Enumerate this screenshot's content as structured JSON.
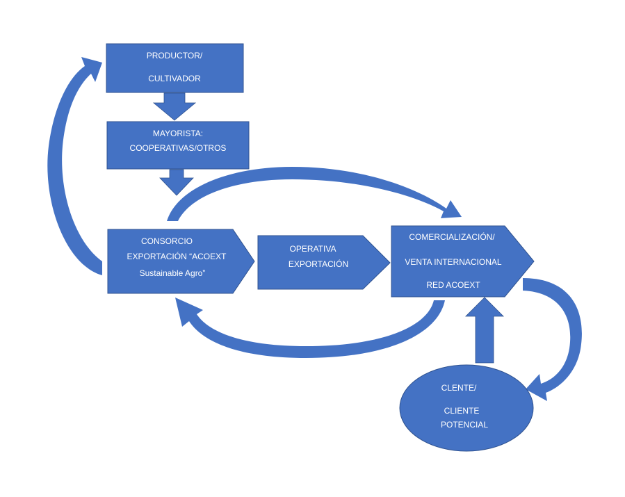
{
  "nodes": {
    "productor": {
      "lines": [
        "PRODUCTOR/",
        "CULTIVADOR"
      ]
    },
    "mayorista": {
      "lines": [
        "MAYORISTA:",
        "COOPERATIVAS/OTROS"
      ]
    },
    "consorcio": {
      "lines": [
        "CONSORCIO",
        "EXPORTACIÓN “ACOEXT",
        "Sustainable Agro”"
      ]
    },
    "operativa": {
      "lines": [
        "OPERATIVA",
        "EXPORTACIÓN"
      ]
    },
    "comercializacion": {
      "lines": [
        "COMERCIALIZACIÓN/",
        "VENTA INTERNACIONAL",
        "RED ACOEXT"
      ]
    },
    "cliente": {
      "lines": [
        "CLENTE/",
        "CLIENTE",
        "POTENCIAL"
      ]
    }
  },
  "colors": {
    "fill": "#4472C4",
    "stroke": "#2F528F",
    "text": "#FFFFFF",
    "background": "#FFFFFF"
  }
}
